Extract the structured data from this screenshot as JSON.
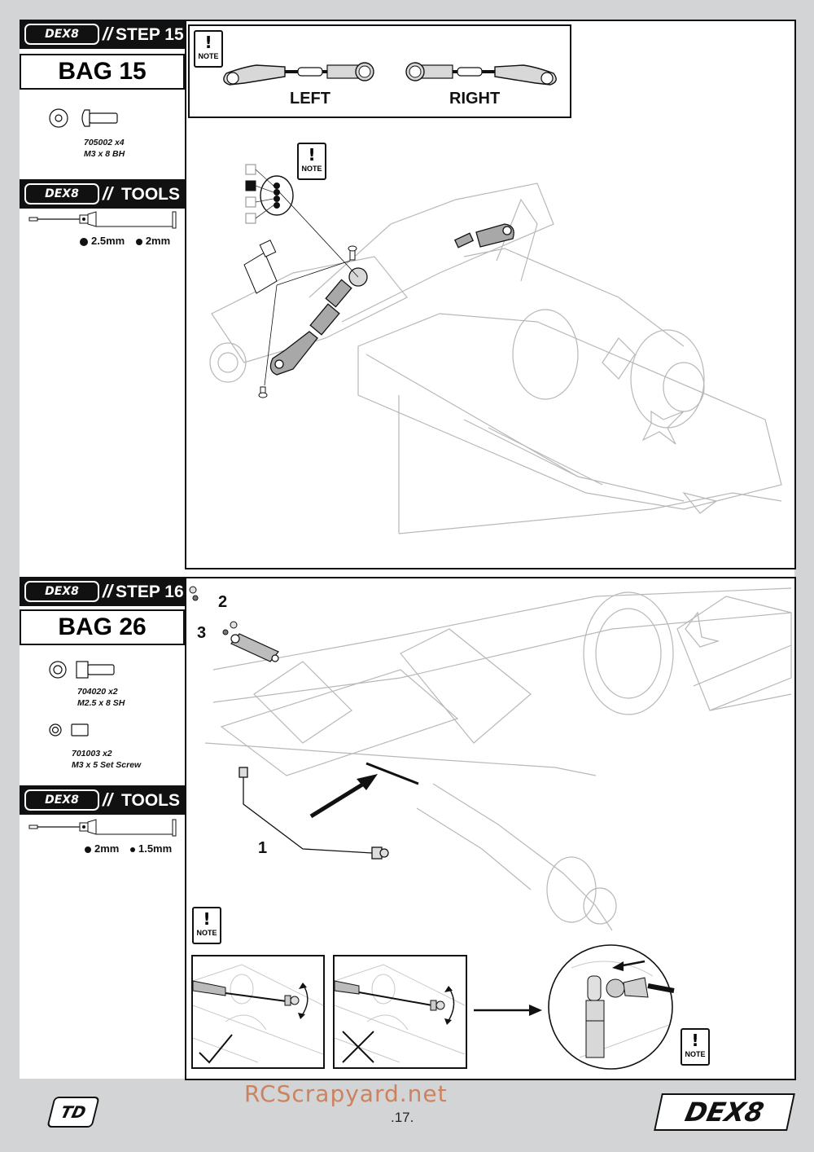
{
  "brand": {
    "model_logo": "DEX8",
    "maker_logo": "TD"
  },
  "page_number": ".17.",
  "watermark": "RCScrapyard.net",
  "steps": [
    {
      "step_label": "STEP 15",
      "bag_label": "BAG 15",
      "parts": [
        {
          "code": "705002 x4",
          "desc": "M3 x 8 BH",
          "icon": "button-head-screw-icon"
        }
      ],
      "tools_label": "TOOLS",
      "tool_sizes": [
        "2.5mm",
        "2mm"
      ],
      "note_top": {
        "icon": "note-icon",
        "note_text": "NOTE",
        "labels": [
          "LEFT",
          "RIGHT"
        ]
      },
      "note_diagram": {
        "note_text": "NOTE",
        "hole_selection": [
          false,
          true,
          false,
          false
        ]
      }
    },
    {
      "step_label": "STEP 16",
      "bag_label": "BAG 26",
      "parts": [
        {
          "code": "704020 x2",
          "desc": "M2.5 x 8 SH",
          "icon": "socket-head-screw-icon"
        },
        {
          "code": "701003 x2",
          "desc": "M3 x 5 Set Screw",
          "icon": "set-screw-icon"
        }
      ],
      "tools_label": "TOOLS",
      "tool_sizes": [
        "2mm",
        "1.5mm"
      ],
      "callouts": [
        "1",
        "2",
        "3"
      ],
      "note_text": "NOTE",
      "note_detail_text": "NOTE",
      "examples": [
        {
          "result": "correct",
          "icon": "checkmark-icon"
        },
        {
          "result": "incorrect",
          "icon": "cross-icon"
        }
      ]
    }
  ],
  "colors": {
    "background": "#d3d4d5",
    "ink": "#111111",
    "faint_line": "#b8b8b8",
    "part_fill": "#9a9a9a",
    "watermark": "#cd825f"
  }
}
